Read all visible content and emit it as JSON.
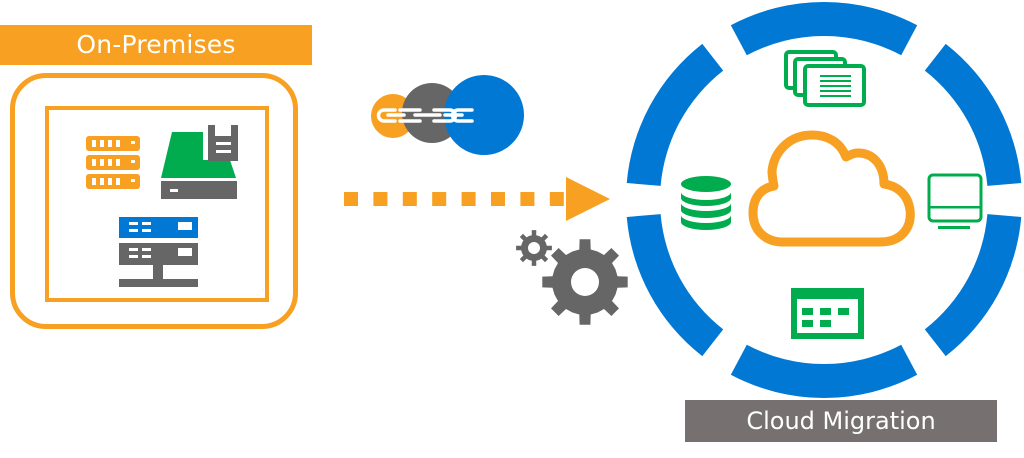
{
  "diagram": {
    "title_left": "On-Premises",
    "title_right": "Cloud Migration",
    "colors": {
      "orange": "#F7A021",
      "blue": "#0078D4",
      "green": "#00AC4E",
      "gray": "#666666",
      "label_gray": "#767170"
    },
    "on_premises": {
      "icons": [
        "server-rack-icon",
        "storage-drive-icon",
        "network-server-icon"
      ]
    },
    "transfer": {
      "icons": [
        "chain-link-icon",
        "dotted-arrow-icon",
        "gears-icon"
      ],
      "arrow_dash_count": 8
    },
    "cloud": {
      "center_icon": "cloud-icon",
      "ring_segments": 6,
      "orbit_icons": [
        "documents-icon",
        "monitor-icon",
        "calendar-icon",
        "database-icon"
      ]
    }
  }
}
